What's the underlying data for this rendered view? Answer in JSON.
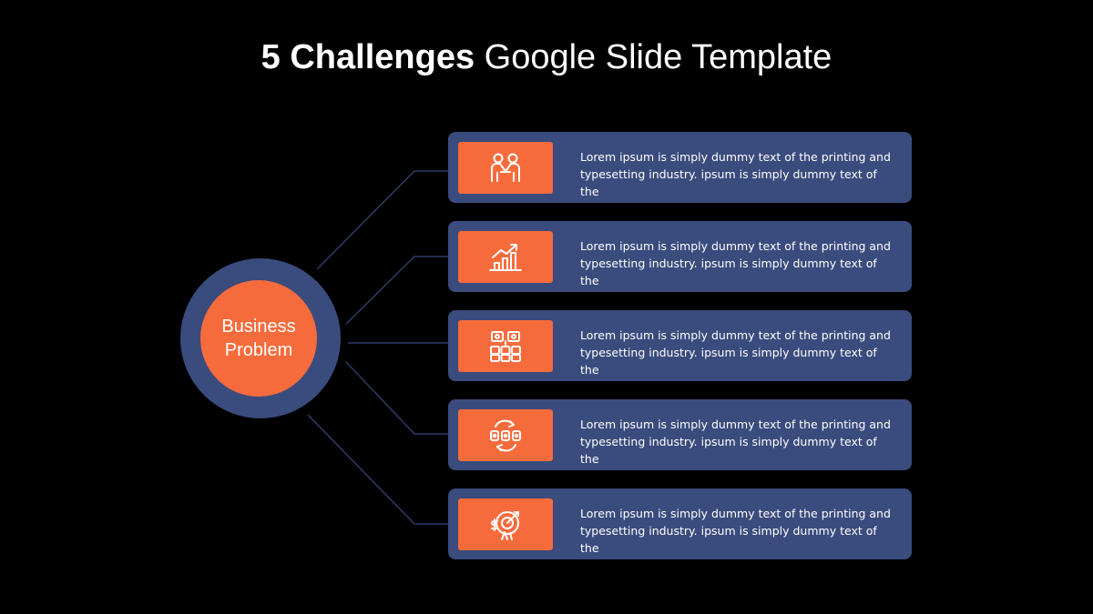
{
  "title": {
    "bold": "5 Challenges",
    "rest": " Google Slide Template"
  },
  "center": {
    "line1": "Business",
    "line2": "Problem"
  },
  "colors": {
    "background": "#000000",
    "navy": "#3a4b7d",
    "orange": "#f66b3c",
    "line": "#2f3c66"
  },
  "items": [
    {
      "icon": "teamwork-icon",
      "line1": "Lorem ipsum is simply dummy text of the printing and",
      "line2": "typesetting industry. ipsum is simply dummy text of the"
    },
    {
      "icon": "growth-chart-icon",
      "line1": "Lorem ipsum is simply dummy text of the printing and",
      "line2": "typesetting industry. ipsum is simply dummy text of the"
    },
    {
      "icon": "organization-icon",
      "line1": "Lorem ipsum is simply dummy text of the printing and",
      "line2": "typesetting industry. ipsum is simply dummy text of the"
    },
    {
      "icon": "workflow-cycle-icon",
      "line1": "Lorem ipsum is simply dummy text of the printing and",
      "line2": "typesetting industry. ipsum is simply dummy text of the"
    },
    {
      "icon": "target-goal-icon",
      "line1": "Lorem ipsum is simply dummy text of the printing and",
      "line2": "typesetting industry. ipsum is simply dummy text of the"
    }
  ]
}
